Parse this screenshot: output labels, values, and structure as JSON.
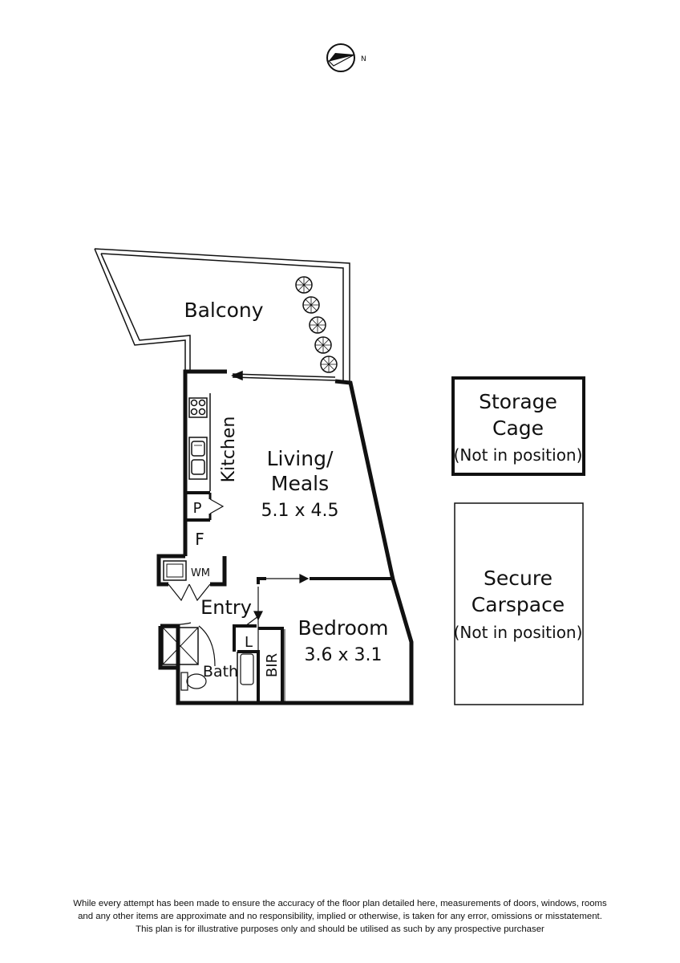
{
  "compass": {
    "north_label": "N"
  },
  "rooms": {
    "balcony": {
      "name": "Balcony"
    },
    "kitchen": {
      "name": "Kitchen"
    },
    "living": {
      "name_line1": "Living/",
      "name_line2": "Meals",
      "dimensions": "5.1 x 4.5"
    },
    "pantry": {
      "name": "P"
    },
    "fridge": {
      "name": "F"
    },
    "laundry_wm": {
      "name": "WM"
    },
    "entry": {
      "name": "Entry"
    },
    "linen": {
      "name": "L"
    },
    "bathroom": {
      "name": "Bath"
    },
    "bir": {
      "name": "BIR"
    },
    "bedroom": {
      "name": "Bedroom",
      "dimensions": "3.6 x 3.1"
    }
  },
  "storage_cage": {
    "line1": "Storage",
    "line2": "Cage",
    "note": "(Not in position)"
  },
  "carspace": {
    "line1": "Secure",
    "line2": "Carspace",
    "note": "(Not in position)"
  },
  "disclaimer": {
    "line1": "While every attempt has been made to ensure the accuracy of the floor plan detailed here, measurements of doors, windows, rooms",
    "line2": "and any other items are approximate and no responsibility, implied or otherwise, is taken for any error, omissions or misstatement.",
    "line3": "This plan is for illustrative purposes only and should be utilised as such by any prospective purchaser"
  }
}
